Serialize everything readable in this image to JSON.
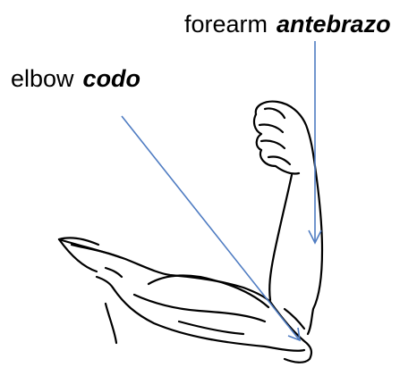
{
  "labels": {
    "forearm": {
      "english": "forearm",
      "spanish": "antebrazo"
    },
    "elbow": {
      "english": "elbow",
      "spanish": "codo"
    }
  },
  "colors": {
    "arrow": "#4f7cc2",
    "ink": "#000000",
    "background": "#ffffff"
  }
}
